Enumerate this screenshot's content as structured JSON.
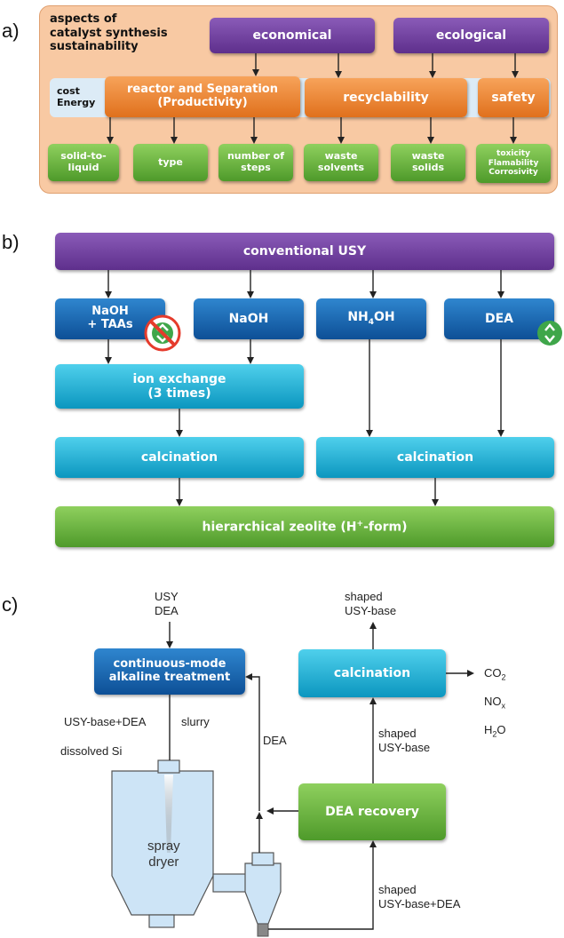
{
  "panel_a": {
    "label": "a)",
    "title": "aspects of\ncatalyst synthesis\nsustainability",
    "economical": "economical",
    "ecological": "ecological",
    "cost_energy": "cost\nEnergy",
    "reactor": "reactor and Separation\n(Productivity)",
    "recyclability": "recyclability",
    "safety": "safety",
    "leaves": [
      "solid-to-\nliquid",
      "type",
      "number of\nsteps",
      "waste\nsolvents",
      "waste\nsolids",
      "toxicity\nFlamability\nCorrosivity"
    ]
  },
  "panel_b": {
    "label": "b)",
    "top": "conventional USY",
    "naoh_taas": "NaOH\n+ TAAs",
    "naoh": "NaOH",
    "nh4oh_base": "NH",
    "nh4oh_sub": "4",
    "nh4oh_tail": "OH",
    "dea": "DEA",
    "ion_exchange": "ion exchange\n(3 times)",
    "calcination_left": "calcination",
    "calcination_right": "calcination",
    "result_base": "hierarchical zeolite (H",
    "result_sup": "+",
    "result_tail": "-form)"
  },
  "panel_c": {
    "label": "c)",
    "input": "USY\nDEA",
    "treatment": "continuous-mode\nalkaline treatment",
    "calcination": "calcination",
    "shaped_top": "shaped\nUSY-base",
    "gas_co2": "CO",
    "gas_co2_sub": "2",
    "gas_nox": "NO",
    "gas_nox_sub": "x",
    "gas_h2o_a": "H",
    "gas_h2o_sub": "2",
    "gas_h2o_b": "O",
    "usy_dea": "USY-base+DEA",
    "slurry": "slurry",
    "dissolved": "dissolved Si",
    "dea_return": "DEA",
    "shaped_mid": "shaped\nUSY-base",
    "spray": "spray\ndryer",
    "recovery": "DEA recovery",
    "shaped_bottom": "shaped\nUSY-base+DEA"
  }
}
